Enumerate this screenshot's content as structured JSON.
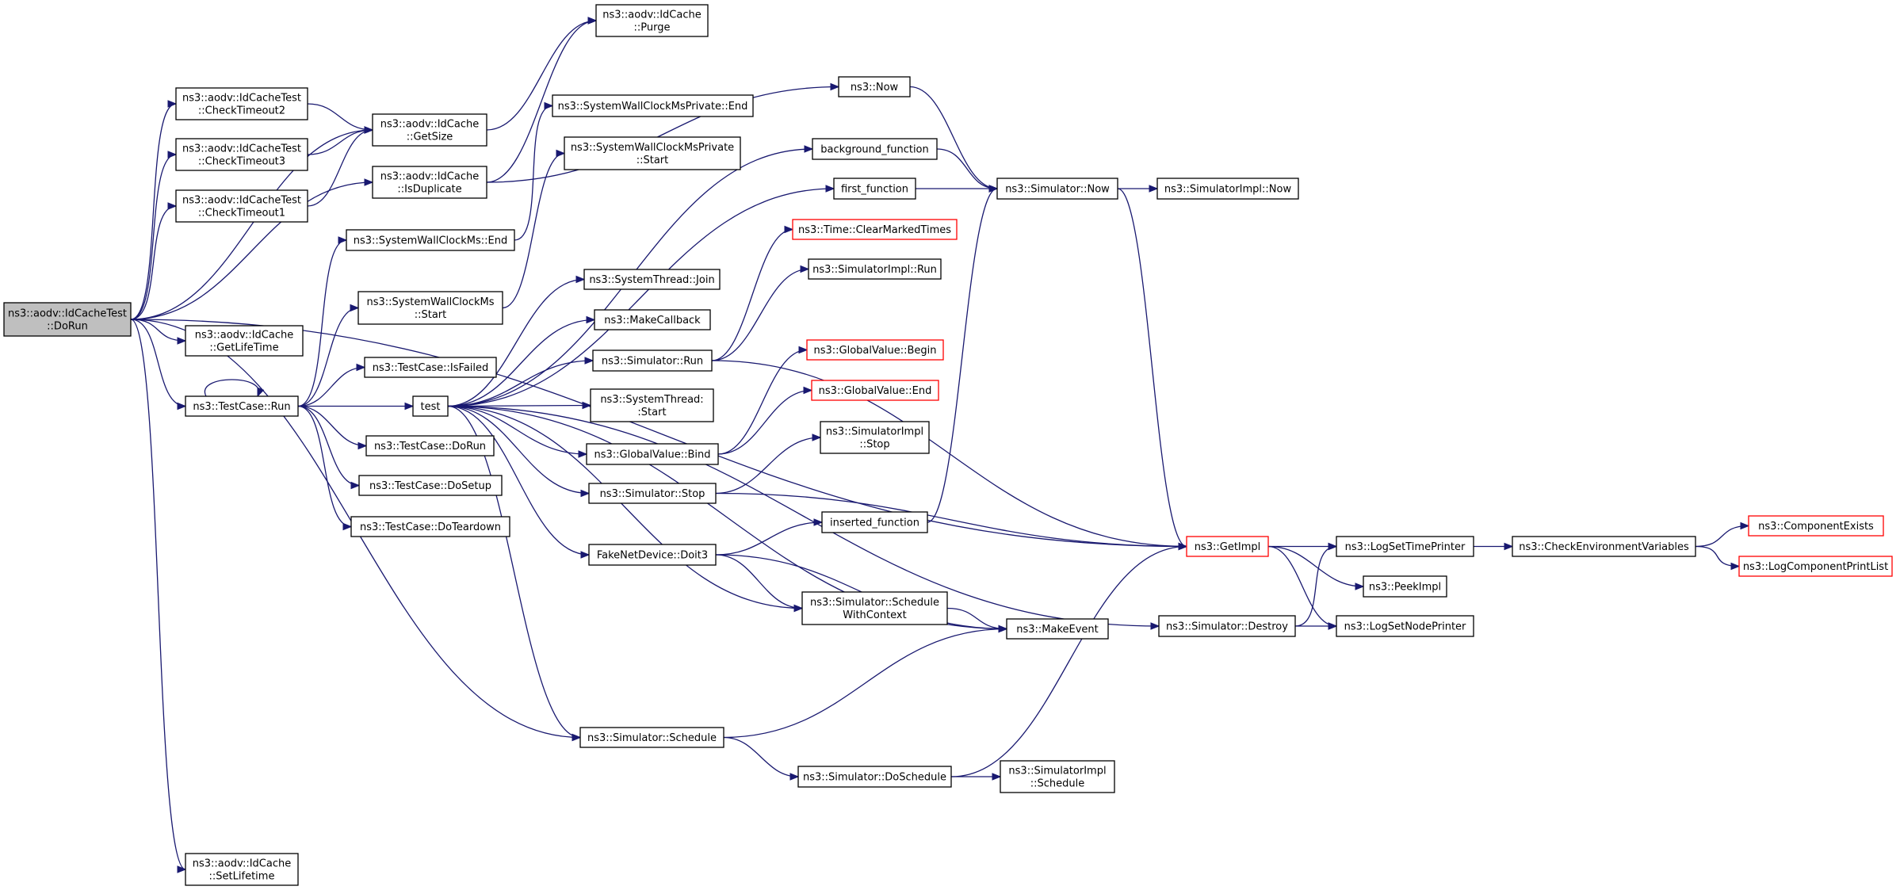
{
  "nodes": [
    {
      "id": "root",
      "lines": [
        "ns3::aodv::IdCacheTest",
        "::DoRun"
      ],
      "style": "root"
    },
    {
      "id": "ct2",
      "lines": [
        "ns3::aodv::IdCacheTest",
        "::CheckTimeout2"
      ]
    },
    {
      "id": "ct3",
      "lines": [
        "ns3::aodv::IdCacheTest",
        "::CheckTimeout3"
      ]
    },
    {
      "id": "ct1",
      "lines": [
        "ns3::aodv::IdCacheTest",
        "::CheckTimeout1"
      ]
    },
    {
      "id": "getlife",
      "lines": [
        "ns3::aodv::IdCache",
        "::GetLifeTime"
      ]
    },
    {
      "id": "tcrun",
      "lines": [
        "ns3::TestCase::Run"
      ]
    },
    {
      "id": "setlife",
      "lines": [
        "ns3::aodv::IdCache",
        "::SetLifetime"
      ]
    },
    {
      "id": "getsize",
      "lines": [
        "ns3::aodv::IdCache",
        "::GetSize"
      ]
    },
    {
      "id": "isdup",
      "lines": [
        "ns3::aodv::IdCache",
        "::IsDuplicate"
      ]
    },
    {
      "id": "swend",
      "lines": [
        "ns3::SystemWallClockMs::End"
      ]
    },
    {
      "id": "swstart",
      "lines": [
        "ns3::SystemWallClockMs",
        "::Start"
      ]
    },
    {
      "id": "isfailed",
      "lines": [
        "ns3::TestCase::IsFailed"
      ]
    },
    {
      "id": "test",
      "lines": [
        "test"
      ]
    },
    {
      "id": "tcdorun",
      "lines": [
        "ns3::TestCase::DoRun"
      ]
    },
    {
      "id": "dosetup",
      "lines": [
        "ns3::TestCase::DoSetup"
      ]
    },
    {
      "id": "doteardown",
      "lines": [
        "ns3::TestCase::DoTeardown"
      ]
    },
    {
      "id": "purge",
      "lines": [
        "ns3::aodv::IdCache",
        "::Purge"
      ]
    },
    {
      "id": "swpend",
      "lines": [
        "ns3::SystemWallClockMsPrivate::End"
      ]
    },
    {
      "id": "swpstart",
      "lines": [
        "ns3::SystemWallClockMsPrivate",
        "::Start"
      ]
    },
    {
      "id": "join",
      "lines": [
        "ns3::SystemThread::Join"
      ]
    },
    {
      "id": "makecb",
      "lines": [
        "ns3::MakeCallback"
      ]
    },
    {
      "id": "simrun",
      "lines": [
        "ns3::Simulator::Run"
      ]
    },
    {
      "id": "ststart",
      "lines": [
        "ns3::SystemThread:",
        ":Start"
      ]
    },
    {
      "id": "gvbind",
      "lines": [
        "ns3::GlobalValue::Bind"
      ]
    },
    {
      "id": "simstop",
      "lines": [
        "ns3::Simulator::Stop"
      ]
    },
    {
      "id": "doit3",
      "lines": [
        "FakeNetDevice::Doit3"
      ]
    },
    {
      "id": "schedule",
      "lines": [
        "ns3::Simulator::Schedule"
      ]
    },
    {
      "id": "now",
      "lines": [
        "ns3::Now"
      ]
    },
    {
      "id": "bgfunc",
      "lines": [
        "background_function"
      ]
    },
    {
      "id": "firstfunc",
      "lines": [
        "first_function"
      ]
    },
    {
      "id": "clearmarked",
      "lines": [
        "ns3::Time::ClearMarkedTimes"
      ],
      "style": "red"
    },
    {
      "id": "implrun",
      "lines": [
        "ns3::SimulatorImpl::Run"
      ]
    },
    {
      "id": "gvbegin",
      "lines": [
        "ns3::GlobalValue::Begin"
      ],
      "style": "red"
    },
    {
      "id": "gvend",
      "lines": [
        "ns3::GlobalValue::End"
      ],
      "style": "red"
    },
    {
      "id": "implstop",
      "lines": [
        "ns3::SimulatorImpl",
        "::Stop"
      ]
    },
    {
      "id": "inserted",
      "lines": [
        "inserted_function"
      ]
    },
    {
      "id": "schedctx",
      "lines": [
        "ns3::Simulator::Schedule",
        "WithContext"
      ]
    },
    {
      "id": "doschedule",
      "lines": [
        "ns3::Simulator::DoSchedule"
      ]
    },
    {
      "id": "simnow",
      "lines": [
        "ns3::Simulator::Now"
      ]
    },
    {
      "id": "makeevent",
      "lines": [
        "ns3::MakeEvent"
      ]
    },
    {
      "id": "destroy",
      "lines": [
        "ns3::Simulator::Destroy"
      ]
    },
    {
      "id": "implschedule",
      "lines": [
        "ns3::SimulatorImpl",
        "::Schedule"
      ]
    },
    {
      "id": "implnow",
      "lines": [
        "ns3::SimulatorImpl::Now"
      ]
    },
    {
      "id": "getimpl",
      "lines": [
        "ns3::GetImpl"
      ],
      "style": "red"
    },
    {
      "id": "logtime",
      "lines": [
        "ns3::LogSetTimePrinter"
      ]
    },
    {
      "id": "peekimpl",
      "lines": [
        "ns3::PeekImpl"
      ]
    },
    {
      "id": "lognode",
      "lines": [
        "ns3::LogSetNodePrinter"
      ]
    },
    {
      "id": "checkenv",
      "lines": [
        "ns3::CheckEnvironmentVariables"
      ]
    },
    {
      "id": "compexists",
      "lines": [
        "ns3::ComponentExists"
      ],
      "style": "red"
    },
    {
      "id": "logcomplist",
      "lines": [
        "ns3::LogComponentPrintList"
      ],
      "style": "red"
    }
  ],
  "edges": [
    [
      "root",
      "ct2"
    ],
    [
      "root",
      "ct3"
    ],
    [
      "root",
      "ct1"
    ],
    [
      "root",
      "getlife"
    ],
    [
      "root",
      "tcrun"
    ],
    [
      "root",
      "setlife"
    ],
    [
      "root",
      "getsize"
    ],
    [
      "root",
      "isdup"
    ],
    [
      "root",
      "schedule"
    ],
    [
      "root",
      "getimpl"
    ],
    [
      "ct2",
      "getsize"
    ],
    [
      "ct3",
      "getsize"
    ],
    [
      "ct1",
      "getsize"
    ],
    [
      "getsize",
      "purge"
    ],
    [
      "isdup",
      "purge"
    ],
    [
      "isdup",
      "now"
    ],
    [
      "tcrun",
      "tcrun"
    ],
    [
      "tcrun",
      "swend"
    ],
    [
      "tcrun",
      "swstart"
    ],
    [
      "tcrun",
      "isfailed"
    ],
    [
      "tcrun",
      "test"
    ],
    [
      "tcrun",
      "tcdorun"
    ],
    [
      "tcrun",
      "dosetup"
    ],
    [
      "tcrun",
      "doteardown"
    ],
    [
      "swend",
      "swpend"
    ],
    [
      "swstart",
      "swpstart"
    ],
    [
      "test",
      "bgfunc"
    ],
    [
      "test",
      "firstfunc"
    ],
    [
      "test",
      "join"
    ],
    [
      "test",
      "makecb"
    ],
    [
      "test",
      "simrun"
    ],
    [
      "test",
      "ststart"
    ],
    [
      "test",
      "gvbind"
    ],
    [
      "test",
      "simstop"
    ],
    [
      "test",
      "doit3"
    ],
    [
      "test",
      "schedule"
    ],
    [
      "test",
      "schedctx"
    ],
    [
      "test",
      "makeevent"
    ],
    [
      "test",
      "destroy"
    ],
    [
      "simrun",
      "clearmarked"
    ],
    [
      "simrun",
      "implrun"
    ],
    [
      "simrun",
      "getimpl"
    ],
    [
      "gvbind",
      "gvbegin"
    ],
    [
      "gvbind",
      "gvend"
    ],
    [
      "simstop",
      "implstop"
    ],
    [
      "simstop",
      "getimpl"
    ],
    [
      "doit3",
      "inserted"
    ],
    [
      "doit3",
      "schedctx"
    ],
    [
      "doit3",
      "makeevent"
    ],
    [
      "schedule",
      "makeevent"
    ],
    [
      "schedule",
      "doschedule"
    ],
    [
      "doschedule",
      "getimpl"
    ],
    [
      "doschedule",
      "implschedule"
    ],
    [
      "now",
      "simnow"
    ],
    [
      "bgfunc",
      "simnow"
    ],
    [
      "firstfunc",
      "simnow"
    ],
    [
      "inserted",
      "simnow"
    ],
    [
      "schedctx",
      "makeevent"
    ],
    [
      "simnow",
      "implnow"
    ],
    [
      "simnow",
      "getimpl"
    ],
    [
      "destroy",
      "logtime"
    ],
    [
      "destroy",
      "lognode"
    ],
    [
      "getimpl",
      "logtime"
    ],
    [
      "getimpl",
      "peekimpl"
    ],
    [
      "getimpl",
      "lognode"
    ],
    [
      "logtime",
      "checkenv"
    ],
    [
      "checkenv",
      "compexists"
    ],
    [
      "checkenv",
      "logcomplist"
    ]
  ]
}
